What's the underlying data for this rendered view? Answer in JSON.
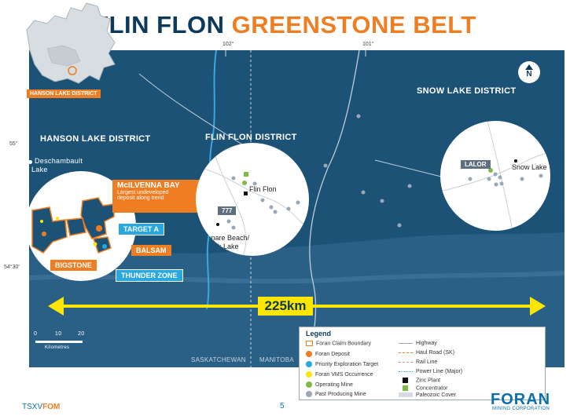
{
  "title": {
    "part1": "FLIN FLON",
    "part2": "GREENSTONE BELT"
  },
  "inset": {
    "label": "HANSON LAKE DISTRICT"
  },
  "districts": {
    "hanson": "HANSON LAKE DISTRICT",
    "flinflon": "FLIN FLON DISTRICT",
    "snowlake": "SNOW LAKE DISTRICT"
  },
  "coords": {
    "lon1": "102°",
    "lon2": "101°",
    "lat1": "55°",
    "lat2": "54°30'"
  },
  "places": {
    "deschambault": "Deschambault",
    "deschambault2": "Lake",
    "flinflon_town": "Flin Flon",
    "denare": "Denare Beach/",
    "amisk": "Amisk Lake",
    "snowlake_town": "Snow Lake"
  },
  "callouts": {
    "mcilvenna": "McILVENNA BAY",
    "mcilvenna_sub1": "Largest undeveloped",
    "mcilvenna_sub2": "deposit along trend",
    "targeta": "TARGET A",
    "balsam": "BALSAM",
    "bigstone": "BIGSTONE",
    "thunder": "THUNDER ZONE",
    "mine777": "777",
    "lalor": "LALOR"
  },
  "distance": "225km",
  "provinces": {
    "sask": "SASKATCHEWAN",
    "man": "MANITOBA"
  },
  "scale": {
    "t0": "0",
    "t1": "10",
    "t2": "20",
    "unit": "Kilometres"
  },
  "compass": "N",
  "legend": {
    "title": "Legend",
    "items_left": [
      "Foran Claim Boundary",
      "Foran Deposit",
      "Priority Exploration Target",
      "Foran VMS Occurrence",
      "Operating Mine",
      "Past Producing Mine"
    ],
    "items_right": [
      "Highway",
      "Haul Road (SK)",
      "Rail Line",
      "Power Line (Major)",
      "Zinc Plant",
      "Concentrator",
      "Paleozoic Cover"
    ]
  },
  "footer": {
    "ticker_prefix": "TSXV",
    "ticker": "FOM",
    "page": "5",
    "logo": "FORAN",
    "logo_sub": "MINING CORPORATION"
  },
  "colors": {
    "navy": "#0b3a5c",
    "orange": "#ef7d21",
    "map": "#1d5277",
    "blue": "#29a8e0",
    "yellow": "#ffe600"
  }
}
